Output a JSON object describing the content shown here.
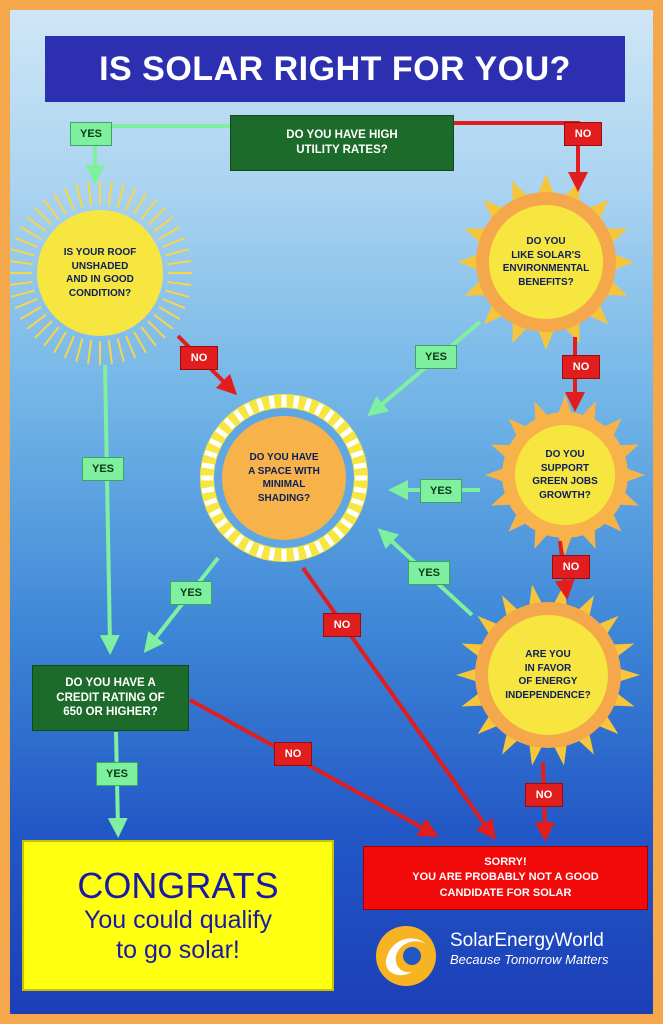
{
  "title": "IS SOLAR RIGHT FOR YOU?",
  "nodes": {
    "q_utility": "DO YOU HAVE HIGH\nUTILITY RATES?",
    "q_roof": "IS YOUR ROOF\nUNSHADED\nAND IN GOOD\nCONDITION?",
    "q_env": "DO YOU\nLIKE SOLAR'S\nENVIRONMENTAL\nBENEFITS?",
    "q_space": "DO YOU HAVE\nA SPACE WITH\nMINIMAL\nSHADING?",
    "q_jobs": "DO YOU\nSUPPORT\nGREEN JOBS\nGROWTH?",
    "q_credit": "DO YOU HAVE A\nCREDIT RATING OF\n650 OR HIGHER?",
    "q_energy": "ARE YOU\nIN FAVOR\nOF ENERGY\nINDEPENDENCE?"
  },
  "labels": {
    "yes": "YES",
    "no": "NO"
  },
  "outcomes": {
    "congrats_title": "CONGRATS",
    "congrats_body": "You could qualify\nto go solar!",
    "sorry": "SORRY!\nYOU ARE PROBABLY NOT A GOOD\nCANDIDATE FOR SOLAR"
  },
  "brand": {
    "name": "SolarEnergyWorld",
    "tagline": "Because Tomorrow Matters"
  },
  "colors": {
    "yes_arrow": "#7ef0a0",
    "no_arrow": "#e11d1d",
    "question_box": "#1d6b2a",
    "title_bg": "#2b2fb0",
    "border": "#f5a84b",
    "sun_yellow": "#f7e640",
    "sun_orange": "#f5a84b"
  }
}
